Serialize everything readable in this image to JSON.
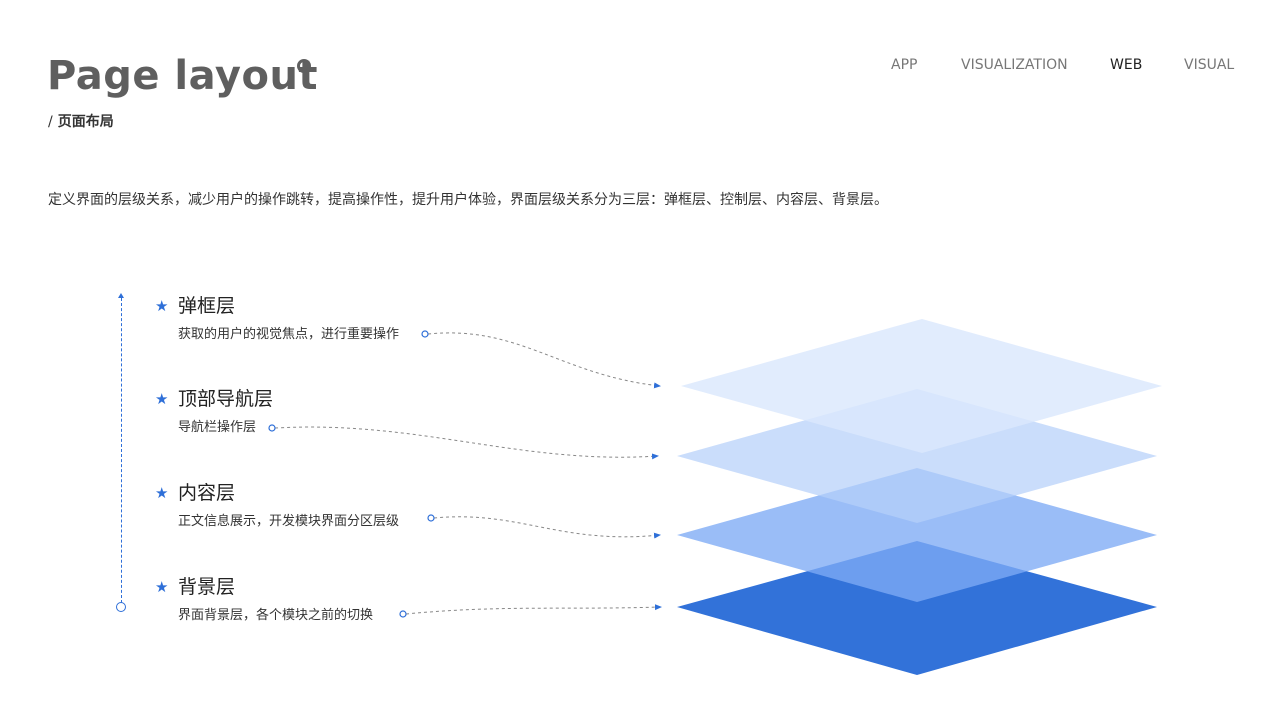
{
  "header": {
    "title": "Page layout",
    "subtitle_slash": "/",
    "subtitle": "页面布局"
  },
  "nav": {
    "items": [
      {
        "label": "APP",
        "active": false
      },
      {
        "label": "VISUALIZATION",
        "active": false
      },
      {
        "label": "WEB",
        "active": true
      },
      {
        "label": "VISUAL",
        "active": false
      }
    ]
  },
  "intro": "定义界面的层级关系，减少用户的操作跳转，提高操作性，提升用户体验，界面层级关系分为三层：弹框层、控制层、内容层、背景层。",
  "layers": [
    {
      "name": "弹框层",
      "desc": "获取的用户的视觉焦点，进行重要操作",
      "color": "#dbe8fd"
    },
    {
      "name": "顶部导航层",
      "desc": "导航栏操作层",
      "color": "#b6d0fa"
    },
    {
      "name": "内容层",
      "desc": "正文信息展示，开发模块界面分区层级",
      "color": "#7eaaf5"
    },
    {
      "name": "背景层",
      "desc": "界面背景层，各个模块之前的切换",
      "color": "#2e6fd8"
    }
  ],
  "colors": {
    "accent": "#2e6fd8",
    "title": "#5f5f5f",
    "connector": "#888888"
  },
  "icons": {
    "bullet": "star-icon",
    "title_mark": "ring-icon",
    "timeline_end": "circle-icon"
  }
}
